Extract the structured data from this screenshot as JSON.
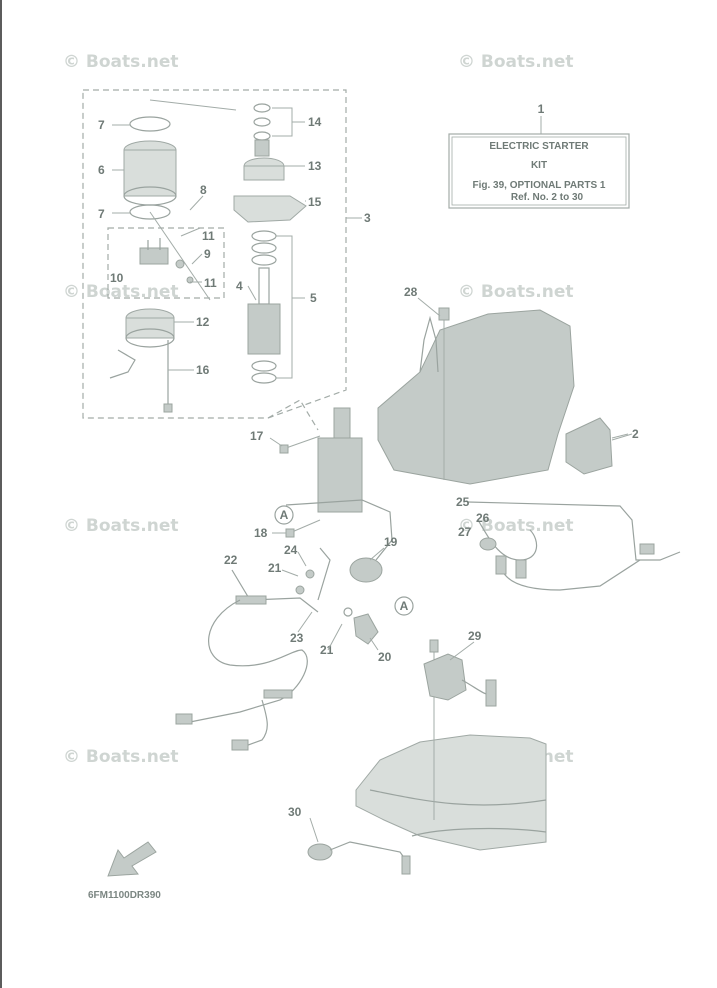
{
  "diagram": {
    "watermark": "© Boats.net",
    "title_box": {
      "line1": "ELECTRIC STARTER",
      "line2": "KIT",
      "line3": "Fig. 39, OPTIONAL PARTS 1",
      "line4": "Ref. No. 2 to 30"
    },
    "diagram_code": "6FM1100DR390",
    "callouts": [
      "1",
      "2",
      "3",
      "4",
      "5",
      "6",
      "7",
      "7",
      "8",
      "9",
      "10",
      "11",
      "11",
      "12",
      "13",
      "14",
      "15",
      "16",
      "17",
      "18",
      "19",
      "20",
      "21",
      "21",
      "22",
      "23",
      "24",
      "25",
      "26",
      "27",
      "28",
      "29",
      "30"
    ],
    "ref_markers": [
      "A",
      "A"
    ]
  }
}
